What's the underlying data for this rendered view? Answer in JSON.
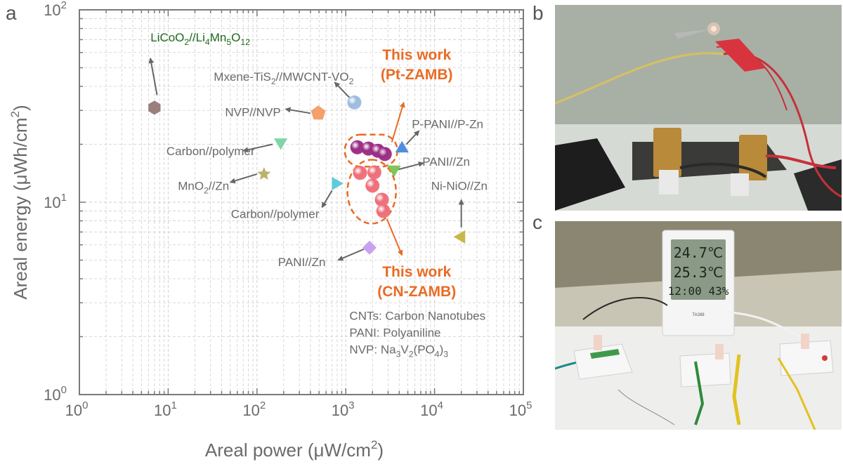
{
  "panels": {
    "a": "a",
    "b": "b",
    "c": "c"
  },
  "chart_data": {
    "type": "scatter",
    "xlabel": "Areal power (μW/cm²)",
    "ylabel": "Areal energy (μWh/cm²)",
    "xscale": "log",
    "yscale": "log",
    "xlim": [
      1,
      100000
    ],
    "ylim": [
      1,
      100
    ],
    "grid": true,
    "x_ticks": [
      {
        "value": 1,
        "base": "10",
        "exp": "0"
      },
      {
        "value": 10,
        "base": "10",
        "exp": "1"
      },
      {
        "value": 100,
        "base": "10",
        "exp": "2"
      },
      {
        "value": 1000,
        "base": "10",
        "exp": "3"
      },
      {
        "value": 10000,
        "base": "10",
        "exp": "4"
      },
      {
        "value": 100000,
        "base": "10",
        "exp": "5"
      }
    ],
    "y_ticks": [
      {
        "value": 1,
        "base": "10",
        "exp": "0"
      },
      {
        "value": 10,
        "base": "10",
        "exp": "1"
      },
      {
        "value": 100,
        "base": "10",
        "exp": "2"
      }
    ],
    "points": [
      {
        "id": "licoo2",
        "x": 7,
        "y": 31,
        "shape": "hexagon",
        "color": "#9b7f7c"
      },
      {
        "id": "mxene",
        "x": 1250,
        "y": 33,
        "shape": "sphere",
        "color": "#9dbbe0"
      },
      {
        "id": "nvp",
        "x": 490,
        "y": 29,
        "shape": "pentagon",
        "color": "#f3a06a"
      },
      {
        "id": "carbon1",
        "x": 185,
        "y": 20.5,
        "shape": "triangle-down",
        "color": "#7fd6a8"
      },
      {
        "id": "mno2",
        "x": 120,
        "y": 14,
        "shape": "star",
        "color": "#b9b36b"
      },
      {
        "id": "carbon2",
        "x": 770,
        "y": 12.5,
        "shape": "triangle-right",
        "color": "#5fcdd8"
      },
      {
        "id": "ppani",
        "x": 4300,
        "y": 19,
        "shape": "triangle-up",
        "color": "#4f8de0"
      },
      {
        "id": "pani1",
        "x": 3500,
        "y": 14.8,
        "shape": "triangle-down",
        "color": "#7fc65a"
      },
      {
        "id": "ninio",
        "x": 20000,
        "y": 6.6,
        "shape": "triangle-left",
        "color": "#c8b84a"
      },
      {
        "id": "pani2",
        "x": 1850,
        "y": 5.8,
        "shape": "diamond",
        "color": "#c9a2ef"
      },
      {
        "id": "pt1",
        "x": 1350,
        "y": 19.3,
        "shape": "sphere",
        "color": "#9b2c83"
      },
      {
        "id": "pt2",
        "x": 1800,
        "y": 19.0,
        "shape": "sphere",
        "color": "#9b2c83"
      },
      {
        "id": "pt3",
        "x": 2300,
        "y": 18.5,
        "shape": "sphere",
        "color": "#9b2c83"
      },
      {
        "id": "pt4",
        "x": 2750,
        "y": 17.8,
        "shape": "sphere",
        "color": "#9b2c83"
      },
      {
        "id": "cn1",
        "x": 1450,
        "y": 14.2,
        "shape": "sphere",
        "color": "#ee6e78"
      },
      {
        "id": "cn2",
        "x": 2100,
        "y": 14.3,
        "shape": "sphere",
        "color": "#ee6e78"
      },
      {
        "id": "cn3",
        "x": 2000,
        "y": 12.2,
        "shape": "sphere",
        "color": "#ee6e78"
      },
      {
        "id": "cn4",
        "x": 2550,
        "y": 10.3,
        "shape": "sphere",
        "color": "#ee6e78"
      },
      {
        "id": "cn5",
        "x": 2650,
        "y": 9.0,
        "shape": "sphere",
        "color": "#ee6e78"
      }
    ],
    "labels": [
      {
        "id": "lbl-licoo2",
        "parts": [
          "LiCoO",
          "_2",
          "//Li",
          "_4",
          "Mn",
          "_5",
          "O",
          "_12"
        ],
        "x": 23,
        "y": 72,
        "anchor": "middle",
        "color": "#1f6b1f",
        "from": [
          7.5,
          36
        ],
        "to": [
          6.3,
          56
        ]
      },
      {
        "id": "lbl-mxene",
        "parts": [
          "Mxene-TiS",
          "_2",
          "//MWCNT-VO",
          "_2"
        ],
        "x": 200,
        "y": 45,
        "anchor": "middle",
        "color": "#6a6a6a",
        "from": [
          1100,
          35
        ],
        "to": [
          750,
          42
        ]
      },
      {
        "id": "lbl-nvp",
        "parts": [
          "NVP//NVP"
        ],
        "x": 90,
        "y": 29.5,
        "anchor": "middle",
        "color": "#6a6a6a",
        "from": [
          400,
          29
        ],
        "to": [
          210,
          30.5
        ]
      },
      {
        "id": "lbl-carbon1",
        "parts": [
          "Carbon//polymer"
        ],
        "x": 30,
        "y": 18.5,
        "anchor": "middle",
        "color": "#6a6a6a",
        "from": [
          150,
          20
        ],
        "to": [
          70,
          18.5
        ]
      },
      {
        "id": "lbl-mno2",
        "parts": [
          "MnO",
          "_2",
          "//Zn"
        ],
        "x": 25,
        "y": 12.2,
        "anchor": "middle",
        "color": "#6a6a6a",
        "from": [
          100,
          14
        ],
        "to": [
          50,
          12.7
        ]
      },
      {
        "id": "lbl-carbon2",
        "parts": [
          "Carbon//polymer"
        ],
        "x": 160,
        "y": 8.7,
        "anchor": "middle",
        "color": "#6a6a6a",
        "from": [
          700,
          11.5
        ],
        "to": [
          540,
          9.4
        ]
      },
      {
        "id": "lbl-ppani",
        "parts": [
          "P-PANI//P-Zn"
        ],
        "x": 14000,
        "y": 25.5,
        "anchor": "middle",
        "color": "#6a6a6a",
        "from": [
          4800,
          20
        ],
        "to": [
          6700,
          23.5
        ]
      },
      {
        "id": "lbl-pani1",
        "parts": [
          "PANI//Zn"
        ],
        "x": 13500,
        "y": 16.3,
        "anchor": "middle",
        "color": "#6a6a6a",
        "from": [
          3900,
          14.8
        ],
        "to": [
          7500,
          16
        ]
      },
      {
        "id": "lbl-ninio",
        "parts": [
          "Ni-NiO//Zn"
        ],
        "x": 19000,
        "y": 12.2,
        "anchor": "middle",
        "color": "#6a6a6a",
        "from": [
          20000,
          7.4
        ],
        "to": [
          20000,
          10.3
        ]
      },
      {
        "id": "lbl-pani2",
        "parts": [
          "PANI//Zn"
        ],
        "x": 320,
        "y": 4.9,
        "anchor": "middle",
        "color": "#6a6a6a",
        "from": [
          1600,
          5.7
        ],
        "to": [
          820,
          5.0
        ]
      }
    ],
    "highlights": [
      {
        "id": "pt-zamb",
        "lines": [
          "This work",
          "(Pt-ZAMB)"
        ],
        "x": 6300,
        "y": 55,
        "color": "#e96b24",
        "from": [
          3300,
          20.5
        ],
        "to": [
          4500,
          33
        ]
      },
      {
        "id": "cn-zamb",
        "lines": [
          "This work",
          "(CN-ZAMB)"
        ],
        "x": 6300,
        "y": 4.1,
        "color": "#e96b24",
        "from": [
          2900,
          8.2
        ],
        "to": [
          4300,
          5.3
        ]
      }
    ],
    "annotation": {
      "lines": [
        {
          "id": "note-cnt",
          "parts": [
            "CNTs: Carbon Nanotubes"
          ]
        },
        {
          "id": "note-pani",
          "parts": [
            "PANI: Polyaniline"
          ]
        },
        {
          "id": "note-nvp",
          "parts": [
            "NVP:  Na",
            "_3",
            "V",
            "_2",
            "(PO",
            "_4",
            ")",
            "_3"
          ]
        }
      ],
      "x": 1100,
      "y": 2.45,
      "color": "#6a6a6a"
    }
  },
  "photos": {
    "c": {
      "display_lines": [
        "24.7℃",
        "25.3℃",
        "12:00 43%"
      ],
      "device_label": "TA288"
    }
  }
}
